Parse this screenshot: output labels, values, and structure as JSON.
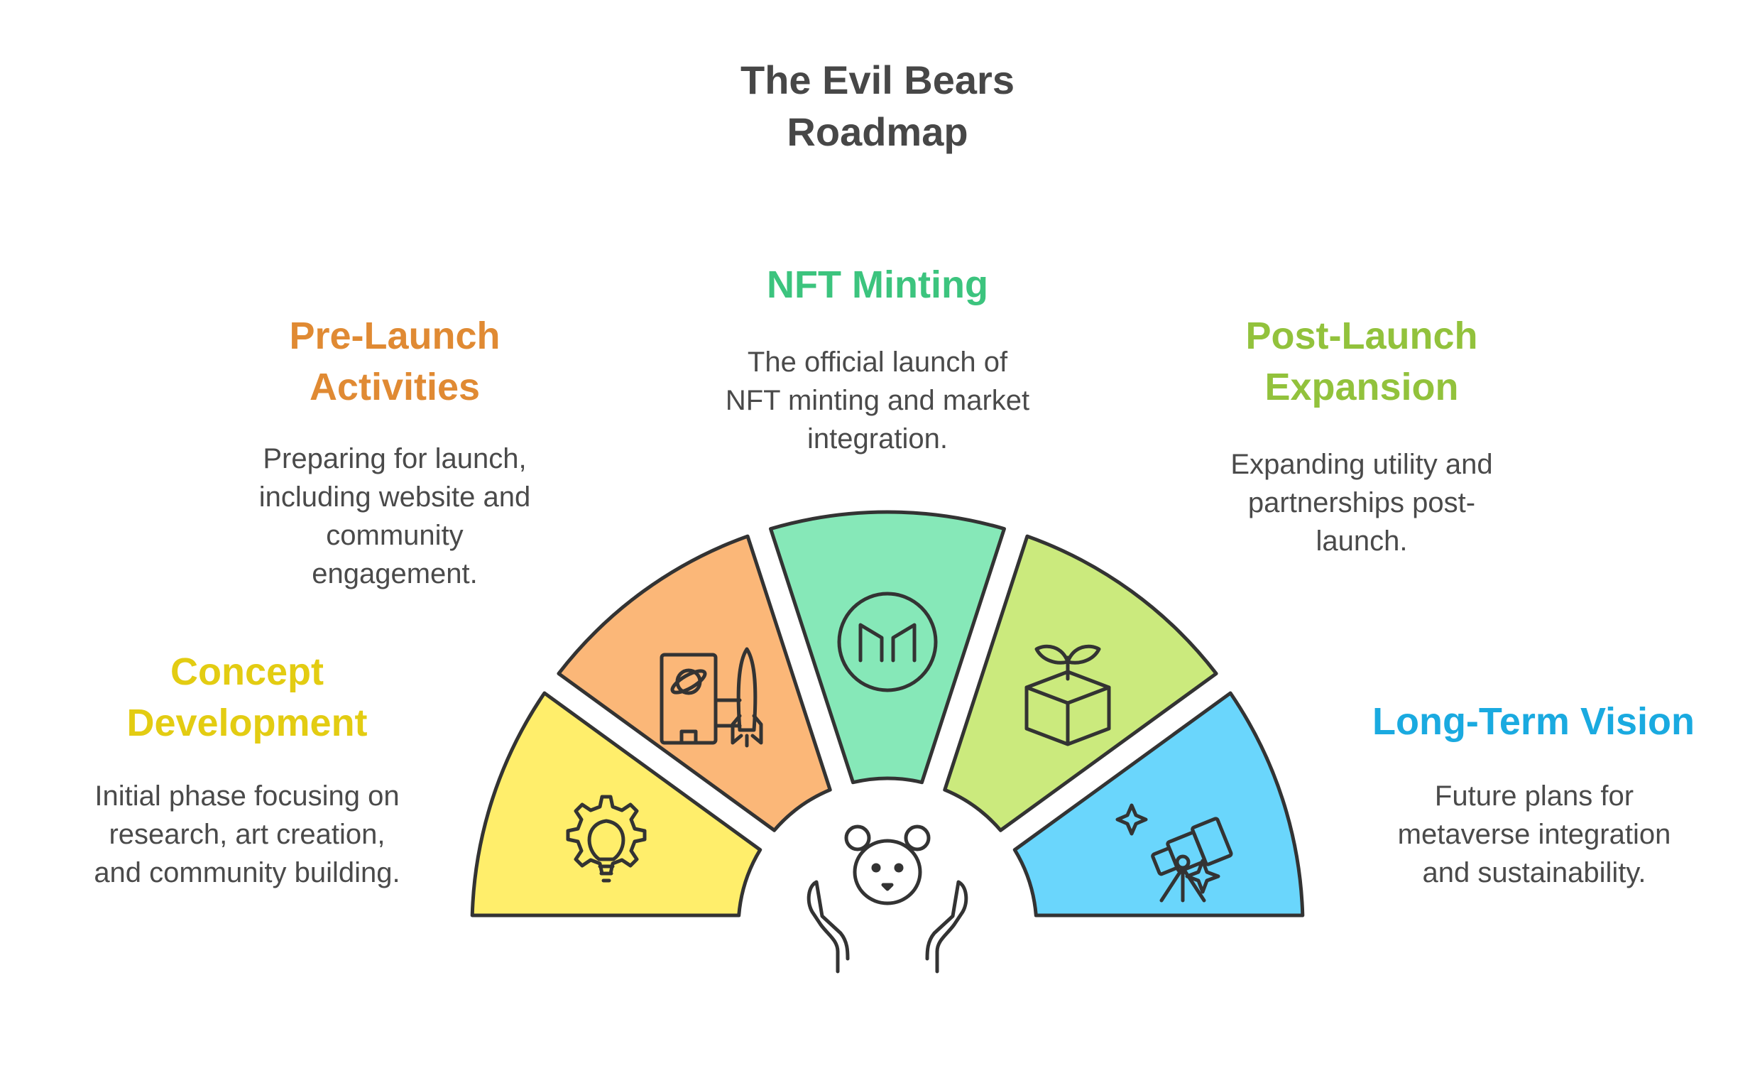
{
  "title": {
    "line1": "The Evil Bears",
    "line2": "Roadmap"
  },
  "phases": [
    {
      "id": "concept",
      "title_lines": [
        "Concept",
        "Development"
      ],
      "desc_lines": [
        "Initial phase focusing on",
        "research, art creation,",
        "and community building."
      ],
      "color": "#FFEE6B",
      "text_color": "#E3CC12",
      "icon": "lightbulb-gear-icon"
    },
    {
      "id": "prelaunch",
      "title_lines": [
        "Pre-Launch",
        "Activities"
      ],
      "desc_lines": [
        "Preparing for launch,",
        "including website and",
        "community",
        "engagement."
      ],
      "color": "#FBB778",
      "text_color": "#E08A33",
      "icon": "rocket-planet-icon"
    },
    {
      "id": "minting",
      "title_lines": [
        "NFT Minting"
      ],
      "desc_lines": [
        "The official launch of",
        "NFT minting and market",
        "integration."
      ],
      "color": "#86E8B8",
      "text_color": "#3CC47E",
      "icon": "maker-logo-icon"
    },
    {
      "id": "postlaunch",
      "title_lines": [
        "Post-Launch",
        "Expansion"
      ],
      "desc_lines": [
        "Expanding utility and",
        "partnerships post-",
        "launch."
      ],
      "color": "#CBEA7D",
      "text_color": "#92C23C",
      "icon": "sprouting-box-icon"
    },
    {
      "id": "vision",
      "title_lines": [
        "Long-Term Vision"
      ],
      "desc_lines": [
        "Future plans for",
        "metaverse integration",
        "and sustainability."
      ],
      "color": "#6AD6FC",
      "text_color": "#1AAAE0",
      "icon": "telescope-sparkles-icon"
    }
  ],
  "center_icon": "bear-in-hands-icon",
  "outline_color": "#333333"
}
